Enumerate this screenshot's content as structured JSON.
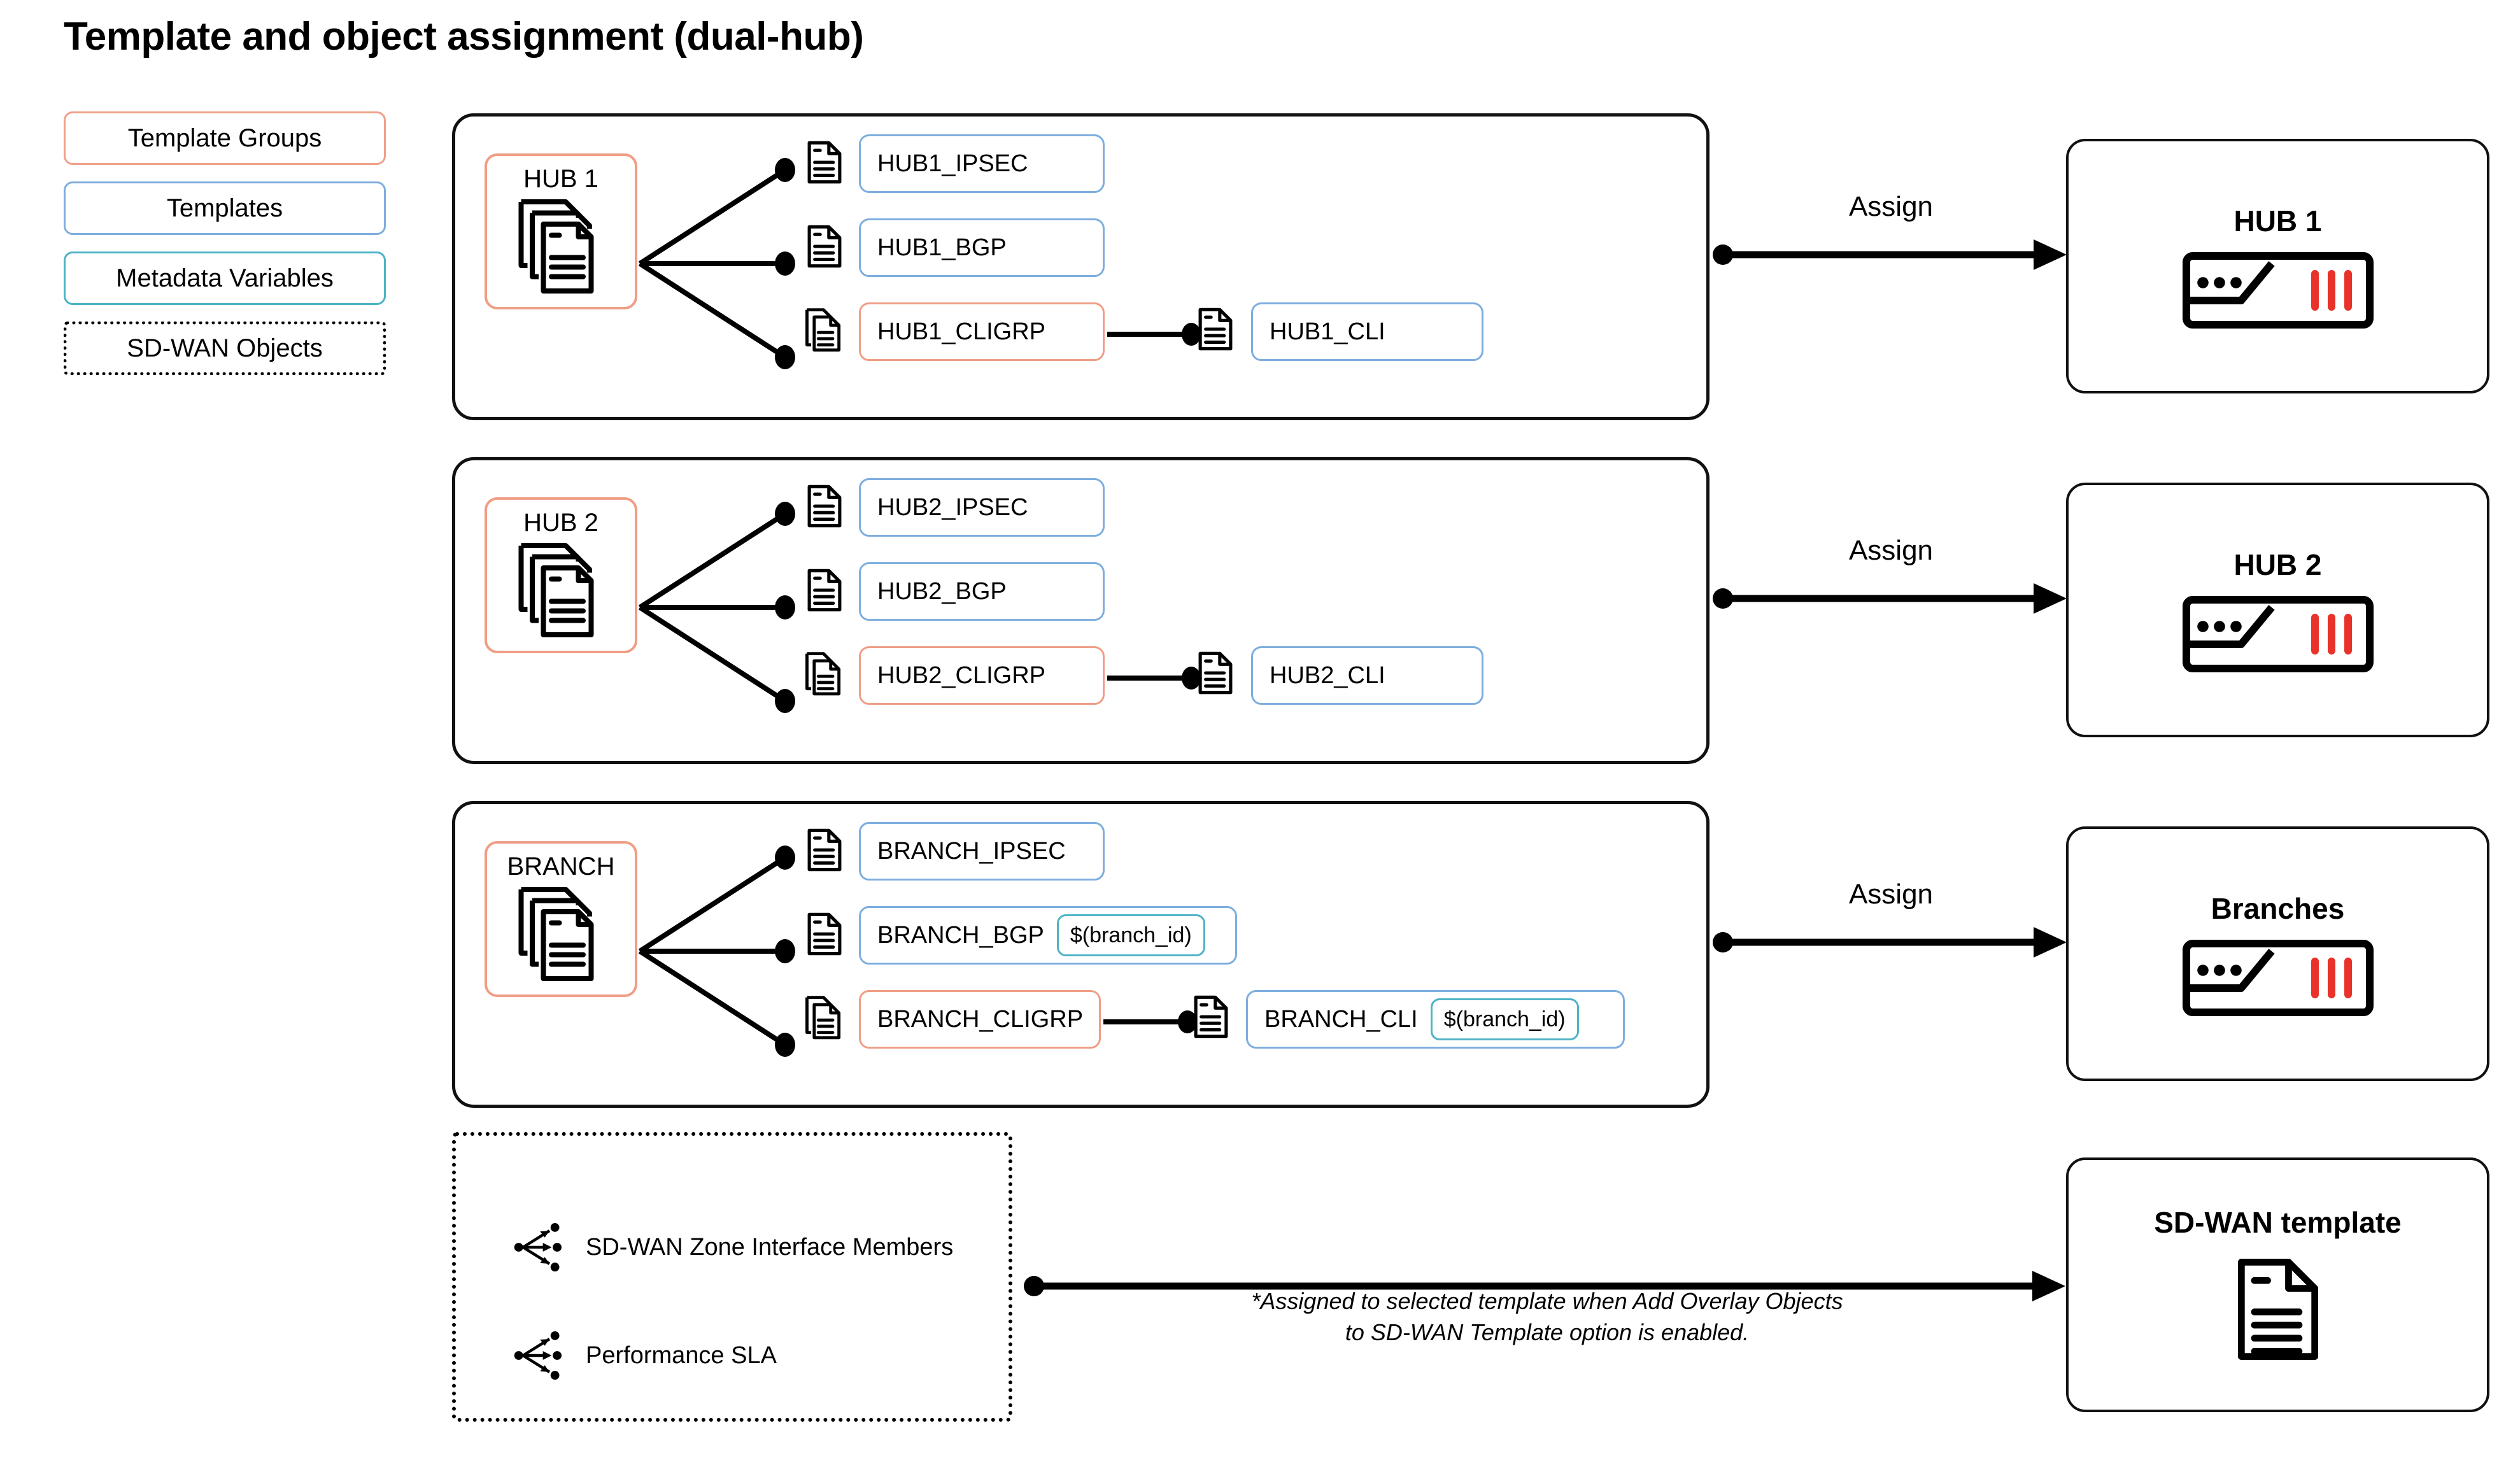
{
  "page": {
    "title": "Template and object assignment (dual-hub)"
  },
  "colors": {
    "template_group": "#ef9e86",
    "template": "#7eaede",
    "metadata_variable": "#4eb3c6",
    "sdwan_object": "#000000",
    "device_led": "#e8322a"
  },
  "legend": {
    "items": [
      {
        "label": "Template Groups",
        "style": "group"
      },
      {
        "label": "Templates",
        "style": "template"
      },
      {
        "label": "Metadata Variables",
        "style": "metavar"
      },
      {
        "label": "SD-WAN Objects",
        "style": "sdwan"
      }
    ]
  },
  "groups": [
    {
      "name": "HUB 1",
      "icon": "document-stack-icon",
      "templates": [
        {
          "label": "HUB1_IPSEC",
          "style": "blue",
          "icon": "document-icon",
          "variable": null
        },
        {
          "label": "HUB1_BGP",
          "style": "blue",
          "icon": "document-icon",
          "variable": null
        },
        {
          "label": "HUB1_CLIGRP",
          "style": "orange",
          "icon": "document-stack-icon",
          "variable": null
        }
      ],
      "child": {
        "label": "HUB1_CLI",
        "style": "blue",
        "icon": "document-icon",
        "variable": null
      },
      "assign_label": "Assign",
      "target": {
        "title": "HUB 1",
        "icon": "firewall-device-icon"
      }
    },
    {
      "name": "HUB 2",
      "icon": "document-stack-icon",
      "templates": [
        {
          "label": "HUB2_IPSEC",
          "style": "blue",
          "icon": "document-icon",
          "variable": null
        },
        {
          "label": "HUB2_BGP",
          "style": "blue",
          "icon": "document-icon",
          "variable": null
        },
        {
          "label": "HUB2_CLIGRP",
          "style": "orange",
          "icon": "document-stack-icon",
          "variable": null
        }
      ],
      "child": {
        "label": "HUB2_CLI",
        "style": "blue",
        "icon": "document-icon",
        "variable": null
      },
      "assign_label": "Assign",
      "target": {
        "title": "HUB 2",
        "icon": "firewall-device-icon"
      }
    },
    {
      "name": "BRANCH",
      "icon": "document-stack-icon",
      "templates": [
        {
          "label": "BRANCH_IPSEC",
          "style": "blue",
          "icon": "document-icon",
          "variable": null
        },
        {
          "label": "BRANCH_BGP",
          "style": "blue",
          "icon": "document-icon",
          "variable": "$(branch_id)"
        },
        {
          "label": "BRANCH_CLIGRP",
          "style": "orange",
          "icon": "document-stack-icon",
          "variable": null
        }
      ],
      "child": {
        "label": "BRANCH_CLI",
        "style": "blue",
        "icon": "document-icon",
        "variable": "$(branch_id)"
      },
      "assign_label": "Assign",
      "target": {
        "title": "Branches",
        "icon": "firewall-device-icon"
      }
    }
  ],
  "sdwan_objects": {
    "items": [
      {
        "label": "SD-WAN Zone Interface Members",
        "icon": "fan-out-icon"
      },
      {
        "label": "Performance SLA",
        "icon": "fan-out-icon"
      }
    ],
    "note": "*Assigned to selected template when Add Overlay Objects to SD-WAN Template option is enabled.",
    "target": {
      "title": "SD-WAN template",
      "icon": "document-icon"
    }
  }
}
